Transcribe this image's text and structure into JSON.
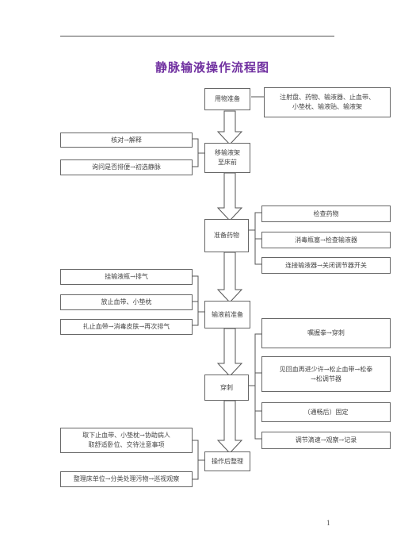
{
  "title": "静脉输液操作流程图",
  "page_number": "1",
  "main_steps": [
    {
      "id": "s1",
      "label": "用物准备"
    },
    {
      "id": "s2",
      "label": "移输液架\n至床前"
    },
    {
      "id": "s3",
      "label": "准备药物"
    },
    {
      "id": "s4",
      "label": "输液前准备"
    },
    {
      "id": "s5",
      "label": "穿刺"
    },
    {
      "id": "s6",
      "label": "操作后整理"
    }
  ],
  "right_notes": [
    {
      "id": "r1",
      "label": "注射盘、药物、输液器、止血带、\n小垫枕、输液贴、输液架"
    },
    {
      "id": "r2",
      "label": "检查药物"
    },
    {
      "id": "r3",
      "label": "消毒瓶塞→检查输液器"
    },
    {
      "id": "r4",
      "label": "连接输液器→关闭调节器开关"
    },
    {
      "id": "r5",
      "label": "嘱握拳→穿刺"
    },
    {
      "id": "r6",
      "label": "见回血再进少许→松止血带→松拳\n→松调节器"
    },
    {
      "id": "r7",
      "label": "（通畅后）固定"
    },
    {
      "id": "r8",
      "label": "调节滴速→观察→记录"
    }
  ],
  "left_notes": [
    {
      "id": "l1",
      "label": "核对→解释"
    },
    {
      "id": "l2",
      "label": "询问是否排便→初选静脉"
    },
    {
      "id": "l3",
      "label": "挂输液瓶→排气"
    },
    {
      "id": "l4",
      "label": "放止血带、小垫枕"
    },
    {
      "id": "l5",
      "label": "扎止血带→消毒皮肤→再次排气"
    },
    {
      "id": "l6",
      "label": "取下止血带、小垫枕→协助病人\n取舒适卧位、交待注意事项"
    },
    {
      "id": "l7",
      "label": "整理床单位→分类处理污物→巡视观察"
    }
  ]
}
